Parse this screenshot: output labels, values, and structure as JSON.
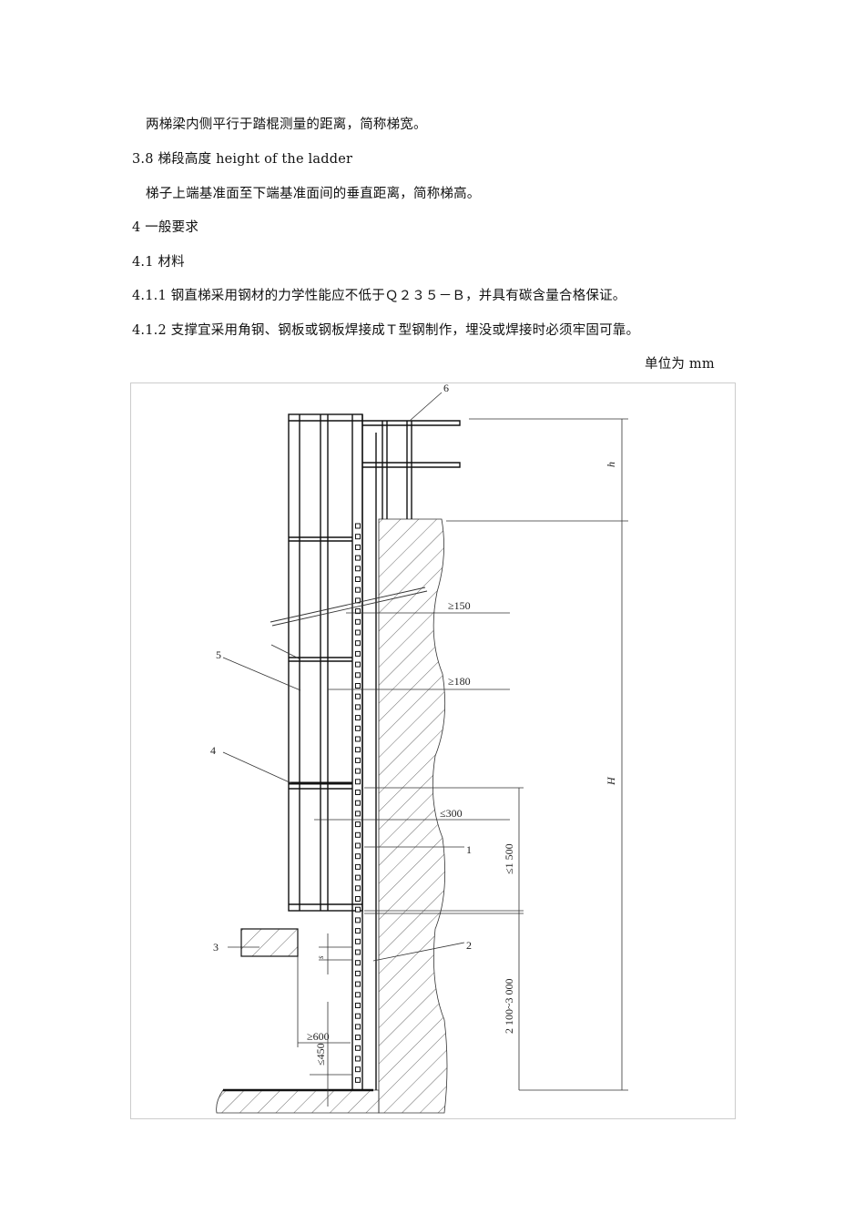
{
  "paragraphs": [
    {
      "id": "p1",
      "text": "两梯梁内侧平行于踏棍测量的距离，简称梯宽。"
    },
    {
      "id": "h38",
      "text": "3.8 梯段高度 height of the ladder"
    },
    {
      "id": "p2",
      "text": "梯子上端基准面至下端基准面间的垂直距离，简称梯高。"
    },
    {
      "id": "h4",
      "text": "4 一般要求"
    },
    {
      "id": "h41",
      "text": "4.1 材料"
    },
    {
      "id": "p411",
      "text": "4.1.1 钢直梯采用钢材的力学性能应不低于Ｑ２３５－Ｂ，并具有碳含量合格保证。"
    },
    {
      "id": "p412",
      "text": "4.1.2 支撑宜采用角钢、钢板或钢板焊接成Ｔ型钢制作，埋没或焊接时必须牢固可靠。"
    }
  ],
  "figure": {
    "unit_note": "单位为 mm",
    "callouts": [
      "1",
      "2",
      "3",
      "4",
      "5",
      "6"
    ],
    "dimensions": {
      "h": "h",
      "H": "H",
      "min150": "≥150",
      "min180": "≥180",
      "max300": "≤300",
      "max1500": "≤1 500",
      "range": "2 100~3 000",
      "min600": "≥600",
      "max450": "≤450",
      "s": "s"
    }
  }
}
